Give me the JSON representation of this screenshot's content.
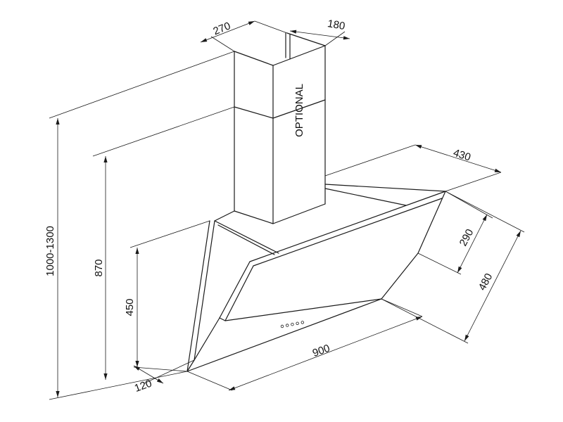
{
  "diagram": {
    "labels": {
      "chimney_depth": "270",
      "chimney_width": "180",
      "optional": "OPTIONAL",
      "total_height": "1000-1300",
      "hood_height": "870",
      "front_height": "450",
      "bottom_depth": "120",
      "width": "900",
      "top_depth": "430",
      "panel_side": "290",
      "panel_front": "480"
    },
    "control_dots": 5
  }
}
